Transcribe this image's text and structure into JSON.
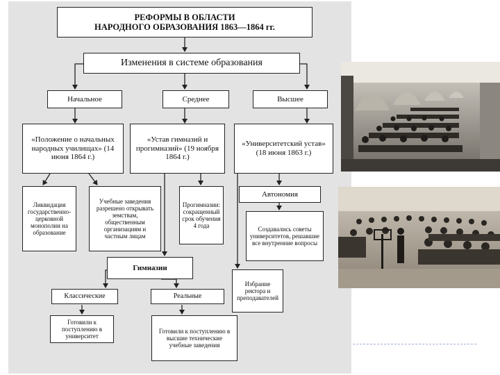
{
  "diagram": {
    "title_line1": "РЕФОРМЫ В ОБЛАСТИ",
    "title_line2": "НАРОДНОГО ОБРАЗОВАНИЯ 1863—1864 гг.",
    "changes": "Изменения в системе образования",
    "levels": {
      "primary": "Начальное",
      "secondary": "Среднее",
      "higher": "Высшее"
    },
    "primary_doc": "«Положение о начальных народных училищах» (14 июня 1864 г.)",
    "secondary_doc": "«Устав гимназий и прогимназий» (19 ноября 1864 г.)",
    "higher_doc": "«Университетский устав» (18 июня 1863 г.)",
    "monopoly": "Ликвидация государственно-церковной монополии на образование",
    "schools": "Учебные заведения разрешено открывать земствам, общественным организациям и частным лицам",
    "progymnasia": "Прогимназии: сокращенный срок обучения 4 года",
    "autonomy": "Автономия",
    "councils": "Создавались советы университетов, решавшие все внутренние вопросы",
    "election": "Избрание ректора и преподавателей",
    "gymnasia": "Гимназии",
    "classical": "Классические",
    "real": "Реальные",
    "classical_goal": "Готовили к поступлению в университет",
    "real_goal": "Готовили к поступлению в высшие технические учебные заведения"
  },
  "photos": {
    "top": "lecture-hall-photo",
    "bottom": "classroom-photo"
  },
  "colors": {
    "panel": "#e3e3e3",
    "box_border": "#222222",
    "box_fill": "#ffffff"
  }
}
